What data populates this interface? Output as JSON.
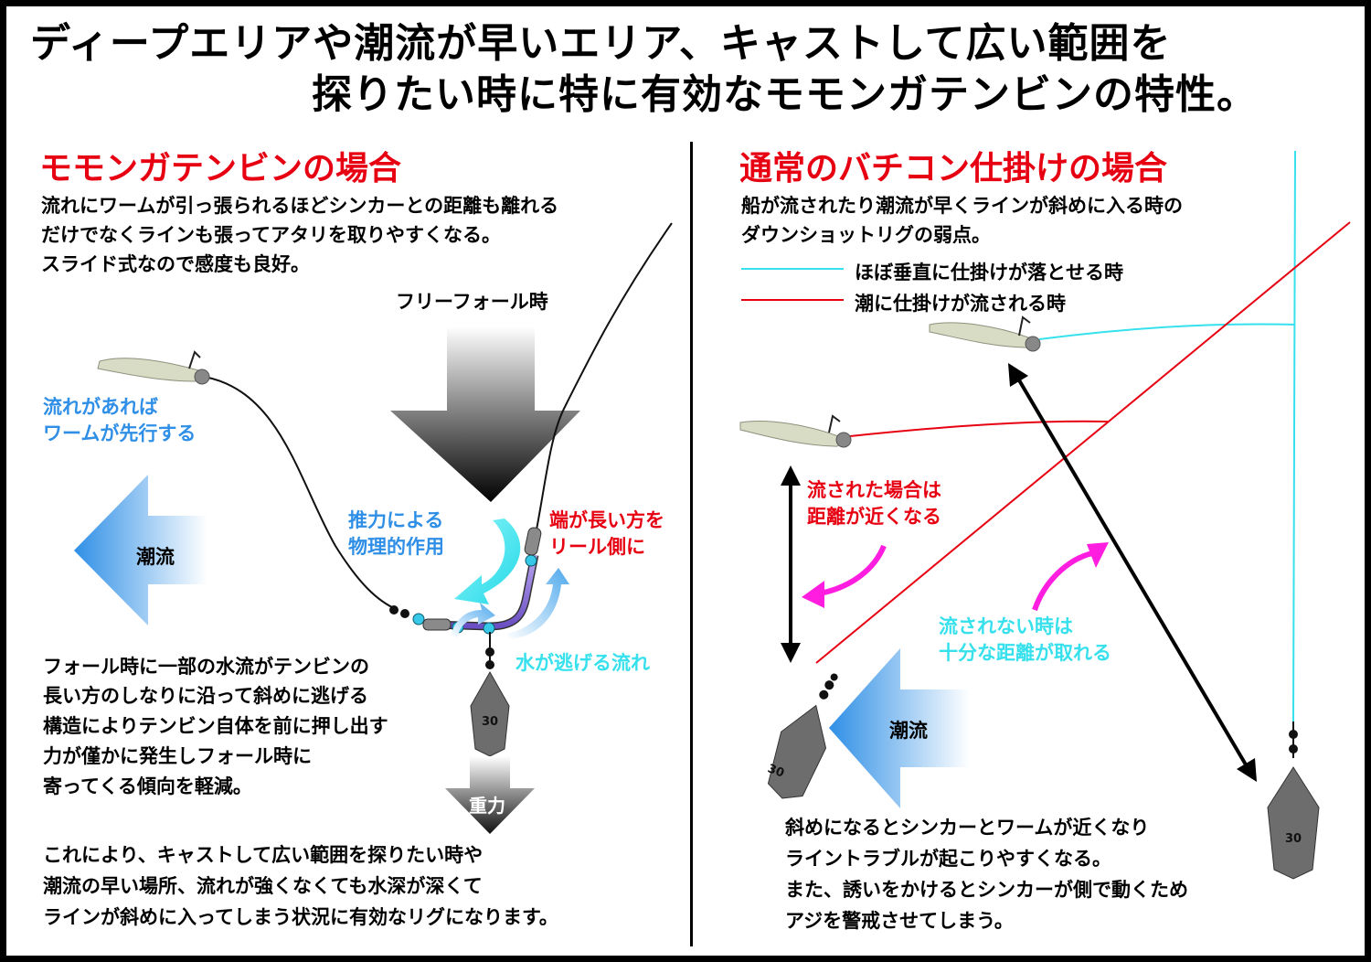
{
  "title": {
    "line1": "ディープエリアや潮流が早いエリア、キャストして広い範囲を",
    "line2": "探りたい時に特に有効なモモンガテンビンの特性。"
  },
  "left": {
    "heading": "モモンガテンビンの場合",
    "intro": [
      "流れにワームが引っ張られるほどシンカーとの距離も離れる",
      "だけでなくラインも張ってアタリを取りやすくなる。",
      "スライド式なので感度も良好。"
    ],
    "free_fall": "フリーフォール時",
    "worm_lead": [
      "流れがあれば",
      "ワームが先行する"
    ],
    "current": "潮流",
    "thrust": [
      "推力による",
      "物理的作用"
    ],
    "long_side": [
      "端が長い方を",
      "リール側に"
    ],
    "water_escape": "水が逃げる流れ",
    "sinker_mark": "30",
    "gravity": "重力",
    "fall_text": [
      "フォール時に一部の水流がテンビンの",
      "長い方のしなりに沿って斜めに逃げる",
      "構造によりテンビン自体を前に押し出す",
      "力が僅かに発生しフォール時に",
      "寄ってくる傾向を軽減。"
    ],
    "conclusion": [
      "これにより、キャストして広い範囲を探りたい時や",
      "潮流の早い場所、流れが強くなくても水深が深くて",
      "ラインが斜めに入ってしまう状況に有効なリグになります。"
    ]
  },
  "right": {
    "heading": "通常のバチコン仕掛けの場合",
    "intro": [
      "船が流されたり潮流が早くラインが斜めに入る時の",
      "ダウンショットリグの弱点。"
    ],
    "legend": [
      {
        "label": "ほぼ垂直に仕掛けが落とせる時",
        "color": "#36e0ec"
      },
      {
        "label": "潮に仕掛けが流される時",
        "color": "#e60012"
      }
    ],
    "drifted": [
      "流された場合は",
      "距離が近くなる"
    ],
    "not_drifted": [
      "流されない時は",
      "十分な距離が取れる"
    ],
    "current": "潮流",
    "sinker_mark_1": "30",
    "sinker_mark_2": "30",
    "weakness": [
      "斜めになるとシンカーとワームが近くなり",
      "ライントラブルが起こりやすくなる。",
      "また、誘いをかけるとシンカーが側で動くため",
      "アジを警戒させてしまう。"
    ]
  },
  "colors": {
    "red": "#e60012",
    "blue_text": "#2f8fe6",
    "cyan": "#36e0ec",
    "magenta": "#ff1ee0",
    "sinker": "#6d6d6d",
    "worm": "#d9dcc4"
  }
}
